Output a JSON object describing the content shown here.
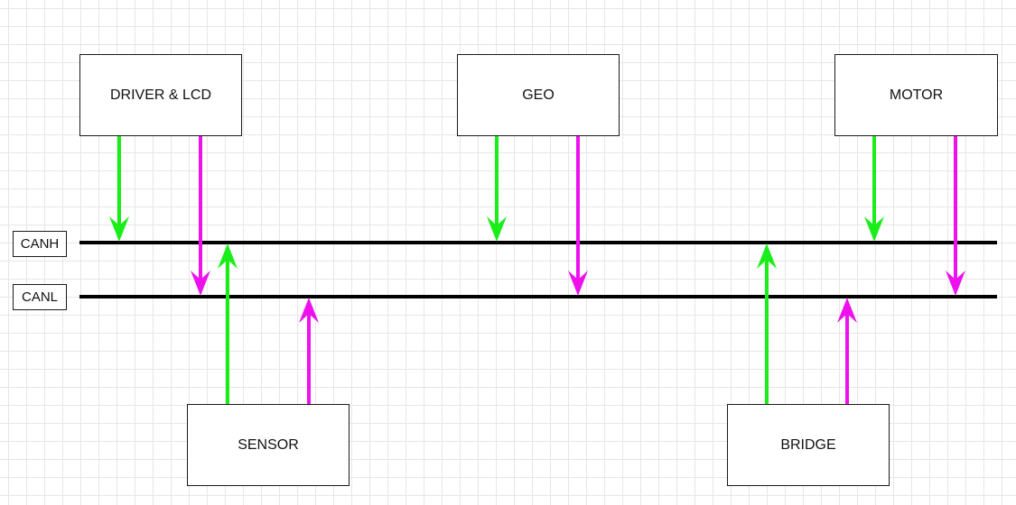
{
  "nodes": {
    "driver_lcd": "DRIVER & LCD",
    "geo": "GEO",
    "motor": "MOTOR",
    "sensor": "SENSOR",
    "bridge": "BRIDGE"
  },
  "buses": {
    "canh": "CANH",
    "canl": "CANL"
  },
  "colors": {
    "canh_signal": "#1aee1a",
    "canl_signal": "#ee11ee",
    "bus_line": "#000000"
  }
}
